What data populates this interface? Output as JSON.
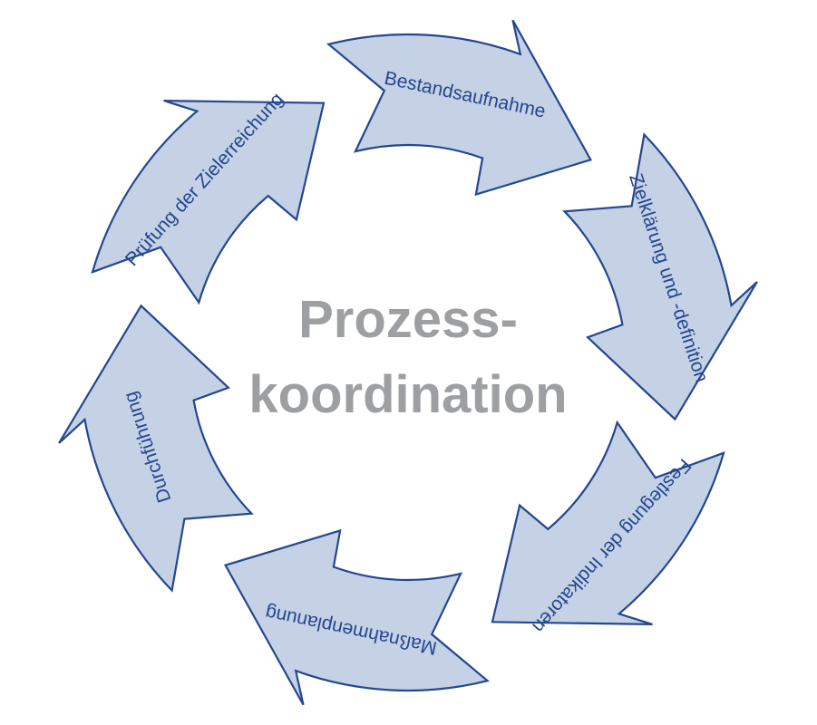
{
  "center": {
    "line1": "Prozess-",
    "line2": "koordination"
  },
  "steps": [
    {
      "label": "Bestandsaufnahme"
    },
    {
      "label": "Zielklärung und -definition"
    },
    {
      "label": "Festlegung der Indikatoren"
    },
    {
      "label": "Maßnahmenplanung"
    },
    {
      "label": "Durchführung"
    },
    {
      "label": "Prüfung der Zielerreichung"
    }
  ],
  "colors": {
    "fill": "#c5d1e5",
    "stroke": "#24478f",
    "center_text": "#9d9fa2"
  }
}
